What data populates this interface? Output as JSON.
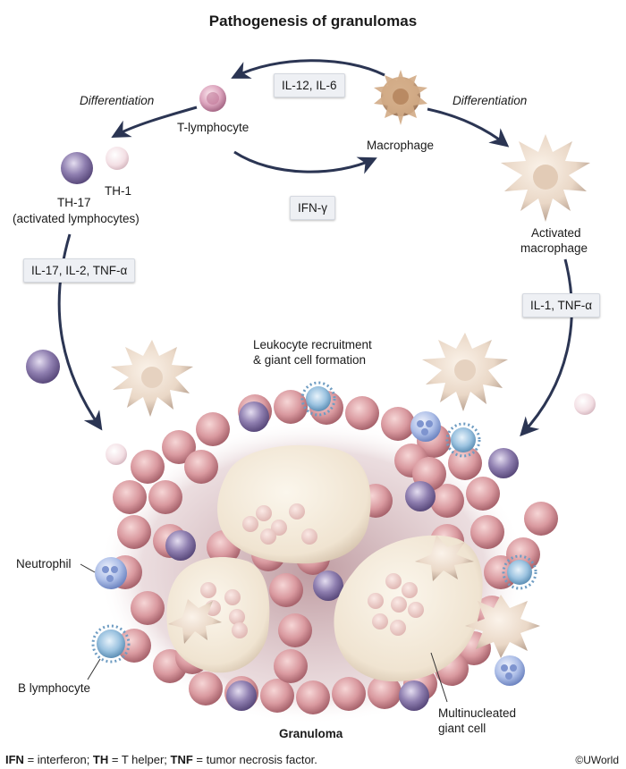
{
  "title": "Pathogenesis of granulomas",
  "cells": {
    "t_lymphocyte": "T-lymphocyte",
    "macrophage": "Macrophage",
    "th17": "TH-17",
    "th1": "TH-1",
    "activated_lymphocytes": "(activated lymphocytes)",
    "activated_macrophage_line1": "Activated",
    "activated_macrophage_line2": "macrophage",
    "neutrophil": "Neutrophil",
    "b_lymphocyte": "B lymphocyte",
    "granuloma": "Granuloma",
    "giant_cell_line1": "Multinucleated",
    "giant_cell_line2": "giant cell"
  },
  "process": {
    "differentiation_left": "Differentiation",
    "differentiation_right": "Differentiation",
    "recruitment_line1": "Leukocyte recruitment",
    "recruitment_line2": "& giant cell formation"
  },
  "cytokines": {
    "il12_il6": "IL-12, IL-6",
    "ifn_gamma": "IFN-γ",
    "il17_il2_tnf": "IL-17, IL-2, TNF-α",
    "il1_tnf": "IL-1, TNF-α"
  },
  "footer": {
    "ifn_abbr": "IFN",
    "ifn_def": " = interferon; ",
    "th_abbr": "TH",
    "th_def": " = T helper; ",
    "tnf_abbr": "TNF",
    "tnf_def": " = tumor necrosis factor.",
    "copyright": "©UWorld"
  },
  "colors": {
    "arrow": "#2b3553",
    "lymph_pink": "#d9a3bb",
    "lymph_purple": "#8a78a8",
    "macrophage_tan": "#d8b898",
    "activated_cream": "#efe0d2",
    "granuloma_cell": "#d99aa0",
    "giant_cell": "#f3ead9",
    "neutrophil_blue": "#a9bde6",
    "b_cell_blue": "#9fc4e0"
  }
}
